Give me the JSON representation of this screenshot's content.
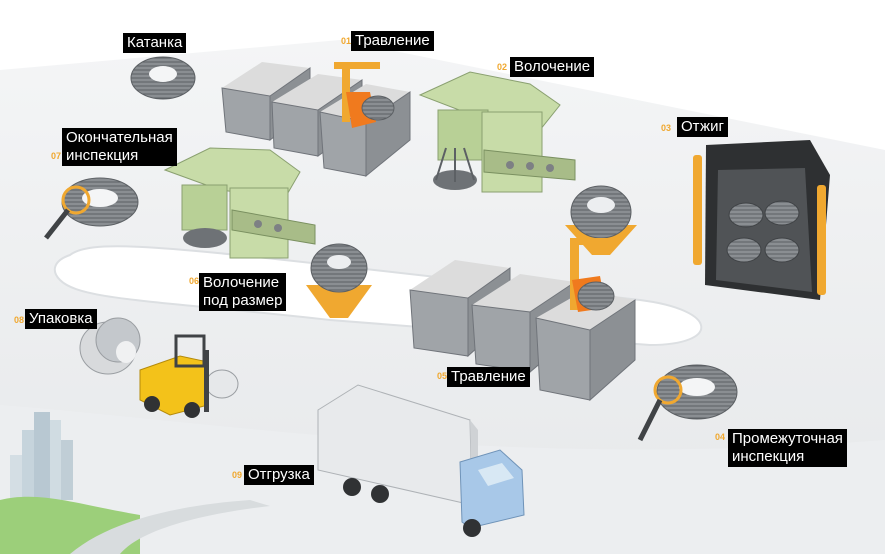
{
  "colors": {
    "equipment_green": "#c8dca8",
    "bath_gray": "#9a9ea2",
    "accent_orange": "#f0a830",
    "truck_cab": "#a8c8e8",
    "forklift_yellow": "#f3c21a",
    "label_bg": "#000000",
    "label_text": "#ffffff"
  },
  "steps": [
    {
      "id": "rod",
      "number": "",
      "lines": [
        "Катанка"
      ]
    },
    {
      "id": "pickling-1",
      "number": "01",
      "lines": [
        "Травление"
      ]
    },
    {
      "id": "drawing",
      "number": "02",
      "lines": [
        "Волочение"
      ]
    },
    {
      "id": "annealing",
      "number": "03",
      "lines": [
        "Отжиг"
      ]
    },
    {
      "id": "intermediate-inspection",
      "number": "04",
      "lines": [
        "Промежуточная",
        "инспекция"
      ]
    },
    {
      "id": "pickling-2",
      "number": "05",
      "lines": [
        "Травление"
      ]
    },
    {
      "id": "sizing-drawing",
      "number": "06",
      "lines": [
        "Волочение",
        "под размер"
      ]
    },
    {
      "id": "final-inspection",
      "number": "07",
      "lines": [
        "Окончательная",
        "инспекция"
      ]
    },
    {
      "id": "packing",
      "number": "08",
      "lines": [
        "Упаковка"
      ]
    },
    {
      "id": "shipping",
      "number": "09",
      "lines": [
        "Отгрузка"
      ]
    }
  ]
}
